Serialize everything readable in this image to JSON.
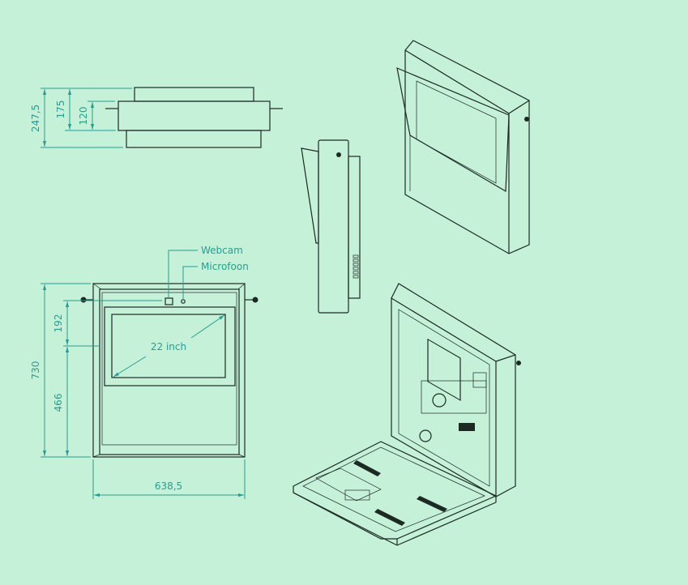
{
  "top_view": {
    "dim_total": "247,5",
    "dim_middle": "175",
    "dim_inner": "120"
  },
  "front_view": {
    "callout_webcam": "Webcam",
    "callout_microphone": "Microfoon",
    "screen_diagonal": "22 inch",
    "dim_height": "730",
    "dim_upper": "192",
    "dim_lower": "466",
    "dim_width": "638,5"
  },
  "colors": {
    "background": "#c5f1d9",
    "dimension": "#2a9c93",
    "line": "#1d2a24"
  }
}
